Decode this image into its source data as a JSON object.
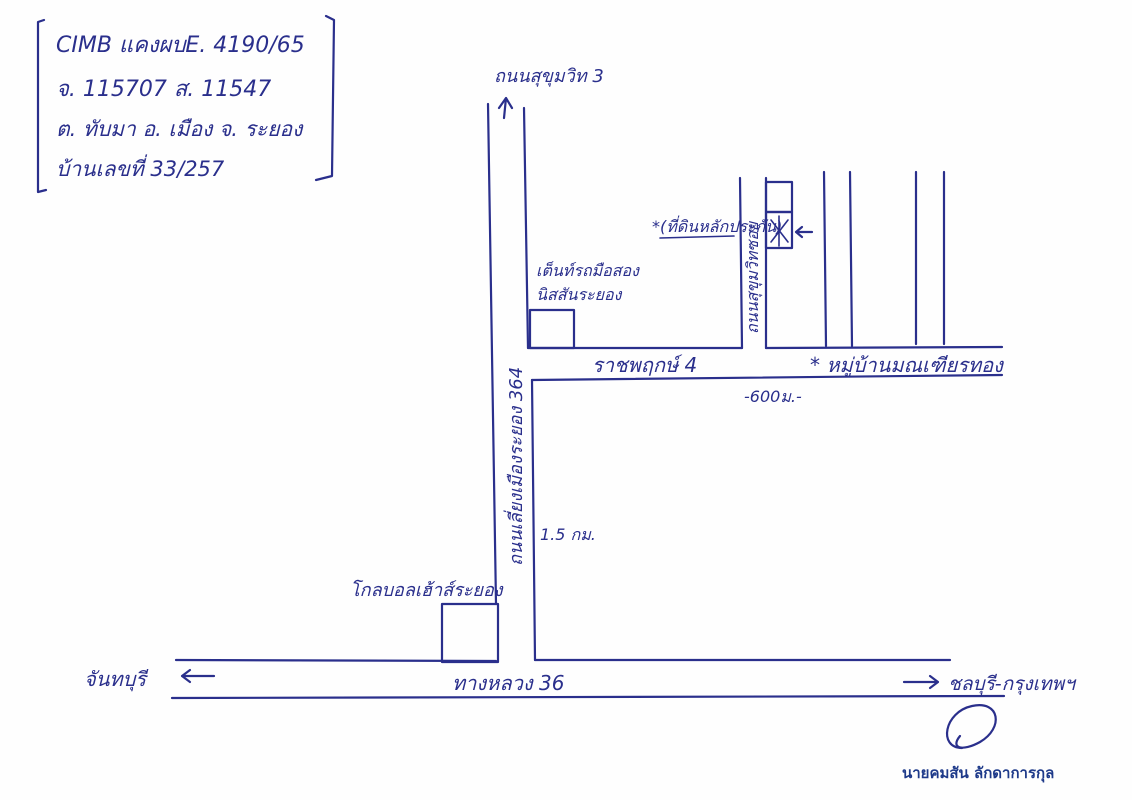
{
  "header_note": {
    "line1": "CIMB แคงผบE. 4190/65",
    "line2": "จ. 115707  ส. 11547",
    "line3": "ต. ทับมา  อ. เมือง  จ. ระยอง",
    "line4": "บ้านเลขที่ 33/257"
  },
  "labels": {
    "sukhumvit3": "ถนนสุขุมวิท 3",
    "road_364": "ถนนเลี่ยงเมืองระยอง 364",
    "showroom_line1": "เต็นท์รถมือสอง",
    "showroom_line2": "นิสสันระยอง",
    "ratchaphruek4": "ราชพฤกษ์ 4",
    "soi_vertical": "ถนนสุขุมวิทซอย",
    "target": "*(ที่ดินหลักประกัน)",
    "village": "* หมู่บ้านมณเฑียรทอง",
    "distance_600": "-600ม.-",
    "distance_1_5": "1.5 กม.",
    "golf": "โกลบอลเฮ้าส์ระยอง",
    "highway36": "ทางหลวง 36",
    "chanthaburi": "จันทบุรี",
    "chonburi_bkk": "ชลบุรี-กรุงเทพฯ",
    "signer": "นายคมสัน ลักดาการกุล"
  },
  "colors": {
    "ink": "#2a2f8c",
    "signature": "#1e3a8a"
  }
}
